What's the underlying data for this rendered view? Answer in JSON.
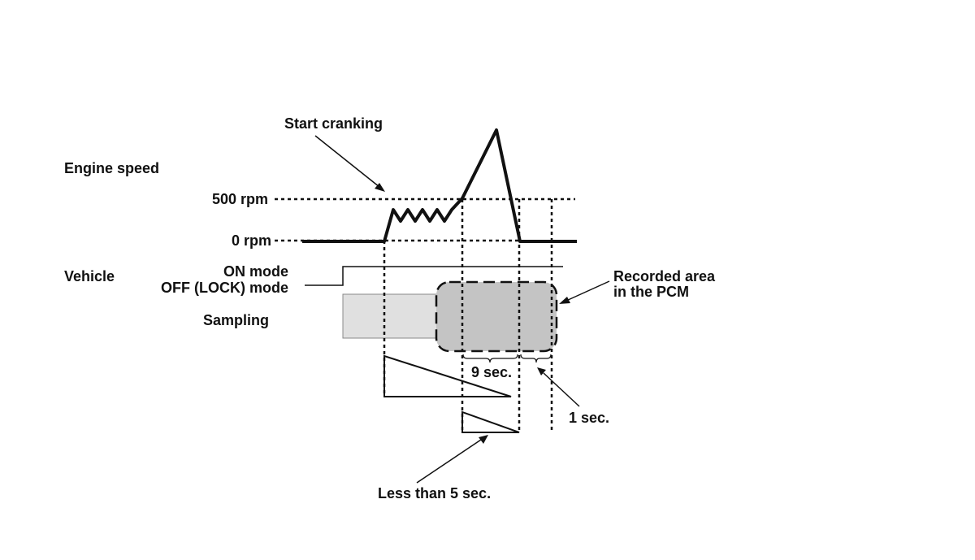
{
  "labels": {
    "start_cranking": "Start cranking",
    "engine_speed": "Engine speed",
    "rpm_500": "500 rpm",
    "rpm_0": "0 rpm",
    "vehicle": "Vehicle",
    "on_mode": "ON mode",
    "off_mode": "OFF (LOCK) mode",
    "sampling": "Sampling",
    "recorded_area_line1": "Recorded area",
    "recorded_area_line2": "in the PCM",
    "nine_sec": "9 sec.",
    "one_sec": "1 sec.",
    "less_than_5": "Less than 5 sec."
  },
  "colors": {
    "ink": "#111111",
    "sampling_fill": "#e0e0e0",
    "recorded_fill": "#c4c4c4"
  }
}
